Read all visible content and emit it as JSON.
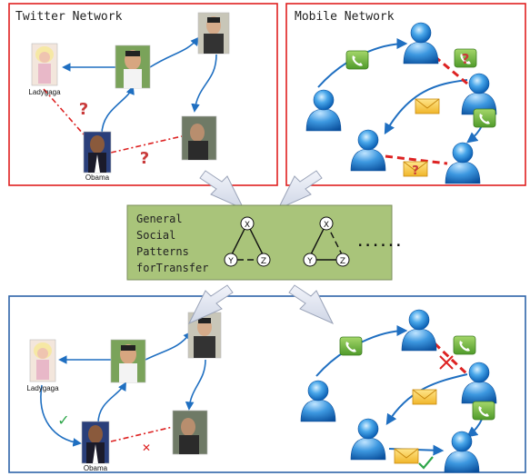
{
  "panels": {
    "twitter": {
      "title": "Twitter Network",
      "ladygaga_label": "Ladygaga",
      "obama_label": "Obama",
      "unknown_mark_1": "?",
      "unknown_mark_2": "?"
    },
    "mobile": {
      "title": "Mobile Network",
      "unknown_mark_1": "?",
      "unknown_mark_2": "?"
    },
    "patterns_box": {
      "line1": "General",
      "line2": "Social",
      "line3": "Patterns",
      "line4": "forTransfer",
      "node_x_1": "X",
      "node_y_1": "Y",
      "node_z_1": "Z",
      "node_x_2": "X",
      "node_y_2": "Y",
      "node_z_2": "Z",
      "ellipsis": "......"
    },
    "bottom": {
      "ladygaga_label": "Ladygaga",
      "obama_label": "Obama",
      "check_mark": "✓",
      "cross_mark": "✕"
    }
  },
  "colors": {
    "twitter_border": "#e02020",
    "mobile_border": "#e02020",
    "bottom_border": "#2e64a8",
    "patterns_fill": "#a9c47a",
    "arrow_blue": "#1f6fc1",
    "dash_red": "#dd2222",
    "question_red": "#c93a3a",
    "check_green": "#2ea64a"
  }
}
